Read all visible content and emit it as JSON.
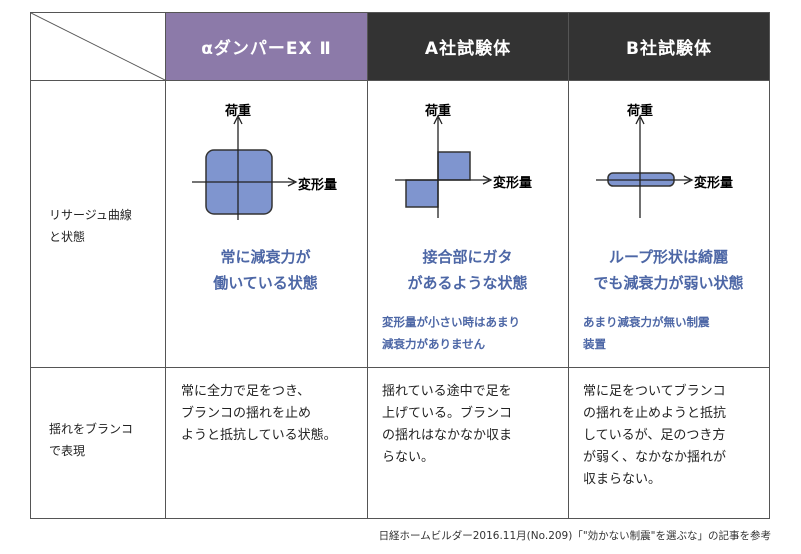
{
  "headers": {
    "col1": "αダンパーEX Ⅱ",
    "col2": "A社試験体",
    "col3": "B社試験体"
  },
  "row_labels": {
    "lissajous": [
      "リサージュ曲線",
      "と状態"
    ],
    "swing": [
      "揺れをブランコ",
      "で表現"
    ]
  },
  "axis": {
    "y": "荷重",
    "x": "変形量"
  },
  "lissajous": [
    {
      "title": [
        "常に減衰力が",
        "働いている状態"
      ],
      "note": []
    },
    {
      "title": [
        "接合部にガタ",
        "があるような状態"
      ],
      "note": [
        "変形量が小さい時はあまり",
        "減衰力がありません"
      ]
    },
    {
      "title": [
        "ループ形状は綺麗",
        "でも減衰力が弱い状態"
      ],
      "note": [
        "あまり減衰力が無い制震",
        "装置"
      ]
    }
  ],
  "swing": [
    [
      "常に全力で足をつき、",
      "ブランコの揺れを止め",
      "ようと抵抗している状態。"
    ],
    [
      "揺れている途中で足を",
      "上げている。ブランコ",
      "の揺れはなかなか収ま",
      "らない。"
    ],
    [
      "常に足をついてブランコ",
      "の揺れを止めようと抵抗",
      "しているが、足のつき方",
      "が弱く、なかなか揺れが",
      "収まらない。"
    ]
  ],
  "source": "日経ホームビルダー2016.11月(No.209)「\"効かない制震\"を選ぶな」の記事を参考",
  "colors": {
    "purple": "#8c7aa9",
    "dark": "#333333",
    "blue": "#4d67a6",
    "fill": "#7f95cf"
  }
}
